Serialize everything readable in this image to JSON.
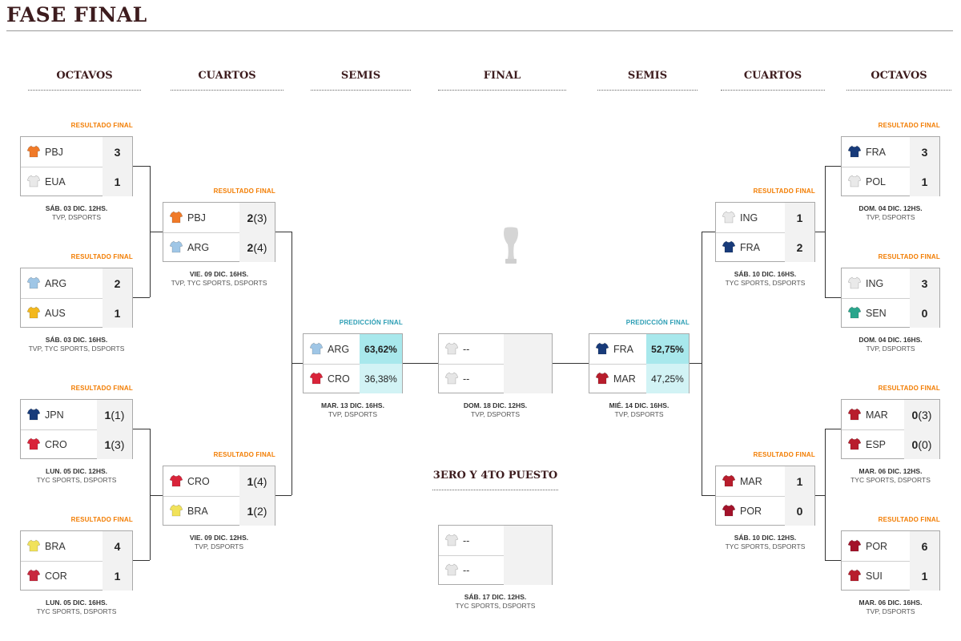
{
  "title": "FASE FINAL",
  "columns": [
    "OCTAVOS",
    "CUARTOS",
    "SEMIS",
    "FINAL",
    "SEMIS",
    "CUARTOS",
    "OCTAVOS"
  ],
  "third_place_title": "3ERO Y 4TO PUESTO",
  "colors": {
    "orange": "#f27c00",
    "teal": "#2a9db4",
    "brand": "#3d1c1e",
    "highlight": "#a8e8ec"
  },
  "matches": [
    {
      "id": "L8a",
      "status": "RESULTADO FINAL",
      "team1": "PBJ",
      "score1": "3",
      "pen1": "",
      "team2": "EUA",
      "score2": "1",
      "pen2": "",
      "date": "SÁB. 03 DIC. 12HS.",
      "channels": "TVP, DSPORTS",
      "shirt1": "#f07a28",
      "shirt2": "#e9e9e9"
    },
    {
      "id": "L8b",
      "status": "RESULTADO FINAL",
      "team1": "ARG",
      "score1": "2",
      "pen1": "",
      "team2": "AUS",
      "score2": "1",
      "pen2": "",
      "date": "SÁB. 03 DIC. 16HS.",
      "channels": "TVP, TYC SPORTS, DSPORTS",
      "shirt1": "#9fc6e6",
      "shirt2": "#f3b81d"
    },
    {
      "id": "L8c",
      "status": "RESULTADO FINAL",
      "team1": "JPN",
      "score1": "1",
      "pen1": "(1)",
      "team2": "CRO",
      "score2": "1",
      "pen2": "(3)",
      "date": "LUN. 05 DIC. 12HS.",
      "channels": "TYC SPORTS, DSPORTS",
      "shirt1": "#183b7a",
      "shirt2": "#d9243a"
    },
    {
      "id": "L8d",
      "status": "RESULTADO FINAL",
      "team1": "BRA",
      "score1": "4",
      "pen1": "",
      "team2": "COR",
      "score2": "1",
      "pen2": "",
      "date": "LUN. 05 DIC. 16HS.",
      "channels": "TYC SPORTS, DSPORTS",
      "shirt1": "#f1e25a",
      "shirt2": "#c8283e"
    },
    {
      "id": "L4a",
      "status": "RESULTADO FINAL",
      "team1": "PBJ",
      "score1": "2",
      "pen1": "(3)",
      "team2": "ARG",
      "score2": "2",
      "pen2": "(4)",
      "date": "VIE. 09 DIC. 16HS.",
      "channels": "TVP, TYC SPORTS, DSPORTS",
      "shirt1": "#f07a28",
      "shirt2": "#9fc6e6"
    },
    {
      "id": "L4b",
      "status": "RESULTADO FINAL",
      "team1": "CRO",
      "score1": "1",
      "pen1": "(4)",
      "team2": "BRA",
      "score2": "1",
      "pen2": "(2)",
      "date": "VIE. 09 DIC. 12HS.",
      "channels": "TVP, DSPORTS",
      "shirt1": "#d9243a",
      "shirt2": "#f1e25a"
    },
    {
      "id": "LS",
      "status": "PREDICCIÓN FINAL",
      "team1": "ARG",
      "pct1": "63,62%",
      "team2": "CRO",
      "pct2": "36,38%",
      "date": "MAR. 13 DIC. 16HS.",
      "channels": "TVP, DSPORTS",
      "shirt1": "#9fc6e6",
      "shirt2": "#d9243a"
    },
    {
      "id": "F",
      "team1": "--",
      "team2": "--",
      "date": "DOM. 18 DIC. 12HS.",
      "channels": "TVP, DSPORTS",
      "shirt1": "#e6e6e6",
      "shirt2": "#e6e6e6"
    },
    {
      "id": "RS",
      "status": "PREDICCIÓN FINAL",
      "team1": "FRA",
      "pct1": "52,75%",
      "team2": "MAR",
      "pct2": "47,25%",
      "date": "MIÉ. 14 DIC. 16HS.",
      "channels": "TVP, DSPORTS",
      "shirt1": "#183b7a",
      "shirt2": "#b81d2c"
    },
    {
      "id": "R4a",
      "status": "RESULTADO FINAL",
      "team1": "ING",
      "score1": "1",
      "pen1": "",
      "team2": "FRA",
      "score2": "2",
      "pen2": "",
      "date": "SÁB. 10 DIC. 16HS.",
      "channels": "TYC SPORTS, DSPORTS",
      "shirt1": "#e9e9e9",
      "shirt2": "#183b7a"
    },
    {
      "id": "R4b",
      "status": "RESULTADO FINAL",
      "team1": "MAR",
      "score1": "1",
      "pen1": "",
      "team2": "POR",
      "score2": "0",
      "pen2": "",
      "date": "SÁB. 10 DIC. 12HS.",
      "channels": "TYC SPORTS, DSPORTS",
      "shirt1": "#b81d2c",
      "shirt2": "#a3122a"
    },
    {
      "id": "R8a",
      "status": "RESULTADO FINAL",
      "team1": "FRA",
      "score1": "3",
      "pen1": "",
      "team2": "POL",
      "score2": "1",
      "pen2": "",
      "date": "DOM. 04 DIC. 12HS.",
      "channels": "TVP, DSPORTS",
      "shirt1": "#183b7a",
      "shirt2": "#e9e9e9"
    },
    {
      "id": "R8b",
      "status": "RESULTADO FINAL",
      "team1": "ING",
      "score1": "3",
      "pen1": "",
      "team2": "SEN",
      "score2": "0",
      "pen2": "",
      "date": "DOM. 04 DIC. 16HS.",
      "channels": "TVP, DSPORTS",
      "shirt1": "#e9e9e9",
      "shirt2": "#2aa58c"
    },
    {
      "id": "R8c",
      "status": "RESULTADO FINAL",
      "team1": "MAR",
      "score1": "0",
      "pen1": "(3)",
      "team2": "ESP",
      "score2": "0",
      "pen2": "(0)",
      "date": "MAR. 06 DIC. 12HS.",
      "channels": "TYC SPORTS, DSPORTS",
      "shirt1": "#b81d2c",
      "shirt2": "#b81d2c"
    },
    {
      "id": "R8d",
      "status": "RESULTADO FINAL",
      "team1": "POR",
      "score1": "6",
      "pen1": "",
      "team2": "SUI",
      "score2": "1",
      "pen2": "",
      "date": "MAR. 06 DIC. 16HS.",
      "channels": "TVP, DSPORTS",
      "shirt1": "#a3122a",
      "shirt2": "#b81d2c"
    },
    {
      "id": "T",
      "team1": "--",
      "team2": "--",
      "date": "SÁB. 17 DIC. 12HS.",
      "channels": "TYC SPORTS, DSPORTS",
      "shirt1": "#e6e6e6",
      "shirt2": "#e6e6e6"
    }
  ]
}
